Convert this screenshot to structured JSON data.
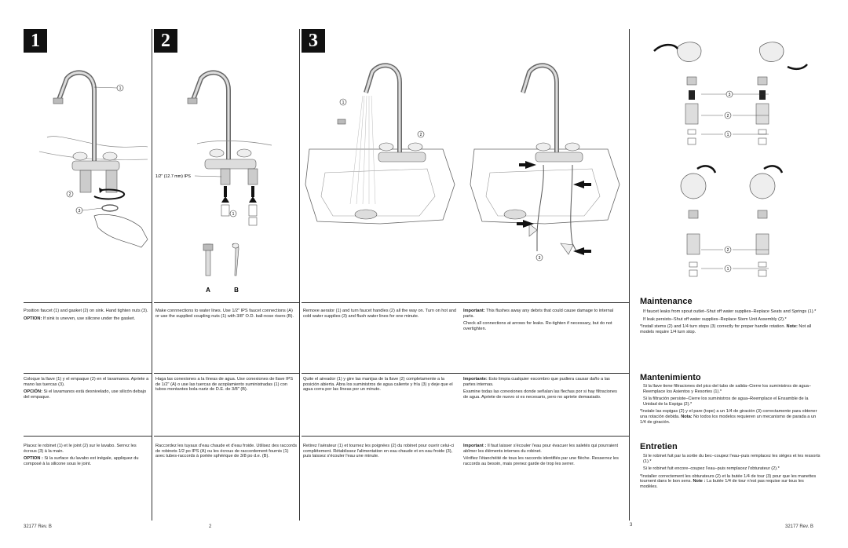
{
  "steps": {
    "s1": "1",
    "s2": "2",
    "s3": "3"
  },
  "labels": {
    "ips": "1/2\" (12.7 mm) IPS",
    "a": "A",
    "b": "B",
    "c1": "1",
    "c2": "2",
    "c3": "3"
  },
  "col1": {
    "en_main": "Position faucet (1) and gasket (2) on sink. Hand tighten nuts (3).",
    "en_opt_label": "OPTION:",
    "en_opt": " If sink is uneven, use silicone under the gasket.",
    "es_main": "Coloque la llave (1) y el empaque (2) en el lavamanos. Apriete a mano las tuercas (3).",
    "es_opt_label": "OPCIÓN:",
    "es_opt": " Si el lavamanos está desnivelado, use silicón debajo del empaque.",
    "fr_main": "Placez le robinet (1) et le joint (2) sur le lavabo. Serrez les écrous (3) à la main.",
    "fr_opt_label": "OPTION :",
    "fr_opt": " Si la surface du lavabo est inégale, appliquez du composé à la silicone sous le joint."
  },
  "col2": {
    "en": "Make connnections to water lines. Use 1/2\" IPS faucet connections (A) or use the supplied coupling nuts (1) with 3/8\" O.D. ball-nose risers (B).",
    "es": "Haga las conexiones a la líneas de agua. Use conexiones de llave IPS de 1/2\" (A) o use las tuercas de acoplamiento suministradas (1) con tubos montantes bola-nariz de D.E. de 3/8\" (B).",
    "fr": "Raccordez les tuyaux d'eau chaude et d'eau froide. Utilisez des raccords de robinets 1/2 po IPS (A) ou les écrous de raccordement fournis (1) avec tubes-raccords à portée sphérique de 3/8 po d.e. (B)."
  },
  "col3": {
    "en": "Remove aerator (1) and turn faucet handles (2) all the way on. Turn on hot and cold water supplies (3) and flush water lines for one minute.",
    "es": "Quite el aireador (1) y gire las manijas de la llave (2) completamente a la posición abierta. Abra los suministros de agua caliente y fría (3) y deje que el agua corra por las líneas por un minuto.",
    "fr": "Retirez l'aérateur (1) et tournez les poignées (2) du robinet pour ouvrir celui-ci complètement. Rétablissez l'alimentation en eau chaude et en eau froide (3), puis laissez s'écouler l'eau une minute."
  },
  "col4": {
    "en_label": "Important:",
    "en_1": " This flushes away any debris that could cause damage to internal parts.",
    "en_2": "Check all connections at arrows for leaks. Re-tighten if necessary, but do not overtighten.",
    "es_label": "Importante:",
    "es_1": " Esto limpia cualquier escombro que pudiera causar daño a las partes internas.",
    "es_2": "Examine todas las conexiones donde señalan las flechas por si hay filtraciones de agua. Apriete de nuevo si es necesario, pero no apriete demasiado.",
    "fr_label": "Important :",
    "fr_1": " Il faut laisser s'écouler l'eau pour évacuer les saletés qui pourraient abîmer les éléments internes du robinet.",
    "fr_2": "Vérifiez l'étanchéité de tous les raccords identifiés par une flèche. Resserrez les raccords au besoin, mais prenez garde de trop les serrer."
  },
  "maint": {
    "en_title": "Maintenance",
    "en_1": "If faucet leaks from spout outlet–Shut off water supplies–Replace Seats and Springs (1).*",
    "en_2": "If leak persists–Shut off water supplies–Replace Stem Unit Assembly (2).*",
    "en_3a": "*Install stems (2) and 1/4 turn stops (3) correctly for proper handle rotation. ",
    "en_3_label": "Note:",
    "en_3b": " Not all models require 1/4 turn stop.",
    "es_title": "Mantenimiento",
    "es_1": "Si la llave tiene filtraciones del pico del tubo de salida–Cierre los suministros de agua–Reemplace los Asientos y Resortes (1).*",
    "es_2": "Si la filtración persiste–Cierre los suministros de agua–Reemplace el Ensamble de la Unidad de la Espiga (2).*",
    "es_3a": "*Instale las espigas (2) y el pare (tope) a un 1/4 de giración (3) correctamente para obtener una rotación  debida. ",
    "es_3_label": "Nota:",
    "es_3b": " No todos los modelos requieren un mecanismo de parada a un 1/4 de giración.",
    "fr_title": "Entretien",
    "fr_1": "Si le robinet fuit par la sortie du bec–coupez l'eau–puis remplacez les sièges et les ressorts (1).*",
    "fr_2": "Si le robinet fuit encore–coupez l'eau–puis remplacez l'obturateur (2).*",
    "fr_3a": "*Installer correctement les obturateurs (2) et la butée 1/4 de tour (3) pour que les manettes tournent dans le bon sens. ",
    "fr_3_label": "Note :",
    "fr_3b": " La butée 1/4 de tour n'est pas requise sur tous les modèles."
  },
  "footer": {
    "left": "32177   Rev. B",
    "page2": "2",
    "page3": "3",
    "right": "32177   Rev. B"
  }
}
